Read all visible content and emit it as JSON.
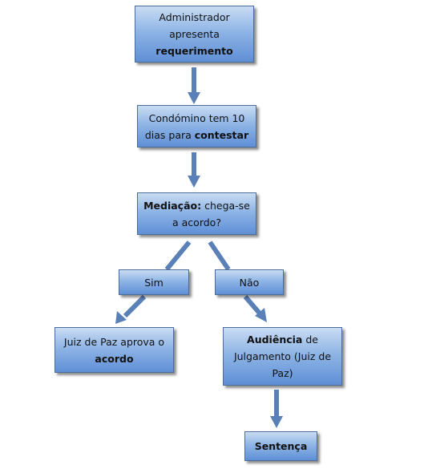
{
  "nodes": {
    "requerimento": {
      "pre": "Administrador apresenta ",
      "bold": "requerimento",
      "post": ""
    },
    "contestar": {
      "pre": "Condómino tem 10 dias para ",
      "bold": "contestar",
      "post": ""
    },
    "mediacao": {
      "pre": "",
      "bold": "Mediação:",
      "post": " chega-se a acordo?"
    },
    "sim": {
      "label": "Sim"
    },
    "nao": {
      "label": "Não"
    },
    "juiz_aprova": {
      "pre": "Juiz de Paz aprova o ",
      "bold": "acordo",
      "post": ""
    },
    "audiencia": {
      "pre": "",
      "bold": "Audiência",
      "post": " de Julgamento (Juiz de Paz)"
    },
    "sentenca": {
      "pre": "",
      "bold": "Sentença",
      "post": ""
    }
  },
  "colors": {
    "box_top": "#c9dcf2",
    "box_bottom": "#5f8fd6",
    "border": "#4a6e9c",
    "arrow": "#5a80b8"
  }
}
